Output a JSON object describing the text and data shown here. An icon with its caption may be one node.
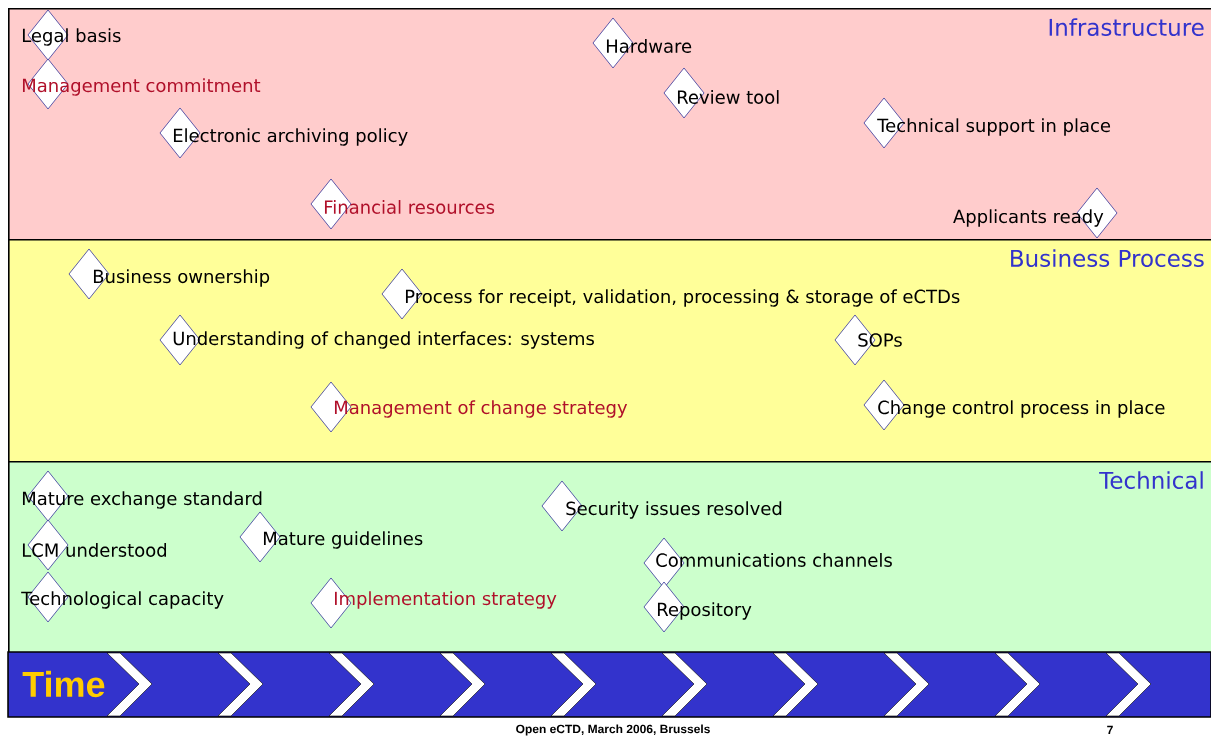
{
  "diagram": {
    "nodes": [
      {
        "text": [
          "Infrastructure"
        ]
      },
      {
        "text": [
          "Legal basis"
        ],
        "in": 0
      },
      {
        "text": [
          "Management commitment"
        ],
        "in": 0
      },
      {
        "text": [
          "Electronic archiving policy"
        ],
        "in": 0
      },
      {
        "text": [
          "Hardware"
        ],
        "in": 0
      },
      {
        "text": [
          "Review tool"
        ],
        "in": 0
      },
      {
        "text": [
          "Technical support in place"
        ],
        "in": 0
      },
      {
        "text": [
          "Financial resources"
        ],
        "in": 0
      },
      {
        "text": [
          "Applicants ready"
        ],
        "in": 0
      },
      {
        "text": [
          "Business Process"
        ]
      },
      {
        "text": [
          "Business ownership"
        ],
        "in": 9
      },
      {
        "text": [
          "Process for receipt, validation, processing & storage of eCTDs"
        ],
        "in": 9
      },
      {
        "text": [
          "Understanding of changed interfaces: systems"
        ],
        "in": 9
      },
      {
        "text": [
          "SOPs"
        ],
        "in": 9
      },
      {
        "text": [
          "Management of change strategy"
        ],
        "in": 9
      },
      {
        "text": [
          "Change control process in place"
        ],
        "in": 9
      },
      {
        "text": [
          "Technical"
        ]
      },
      {
        "text": [
          "Mature exchange standard"
        ],
        "in": 16
      },
      {
        "text": [
          "Security issues resolved"
        ],
        "in": 16
      },
      {
        "text": [
          "LCM understood"
        ],
        "in": 16
      },
      {
        "text": [
          "Mature guidelines"
        ],
        "in": 16
      },
      {
        "text": [
          "Communications channels"
        ],
        "in": 16
      },
      {
        "text": [
          "Technological capacity"
        ],
        "in": 16
      },
      {
        "text": [
          "Implementation strategy"
        ],
        "in": 16
      },
      {
        "text": [
          "Repository"
        ],
        "in": 16
      },
      {
        "text": [
          "Time"
        ]
      }
    ],
    "labels": [
      "Open eCTD, March 2006, Brussels",
      "7"
    ]
  }
}
